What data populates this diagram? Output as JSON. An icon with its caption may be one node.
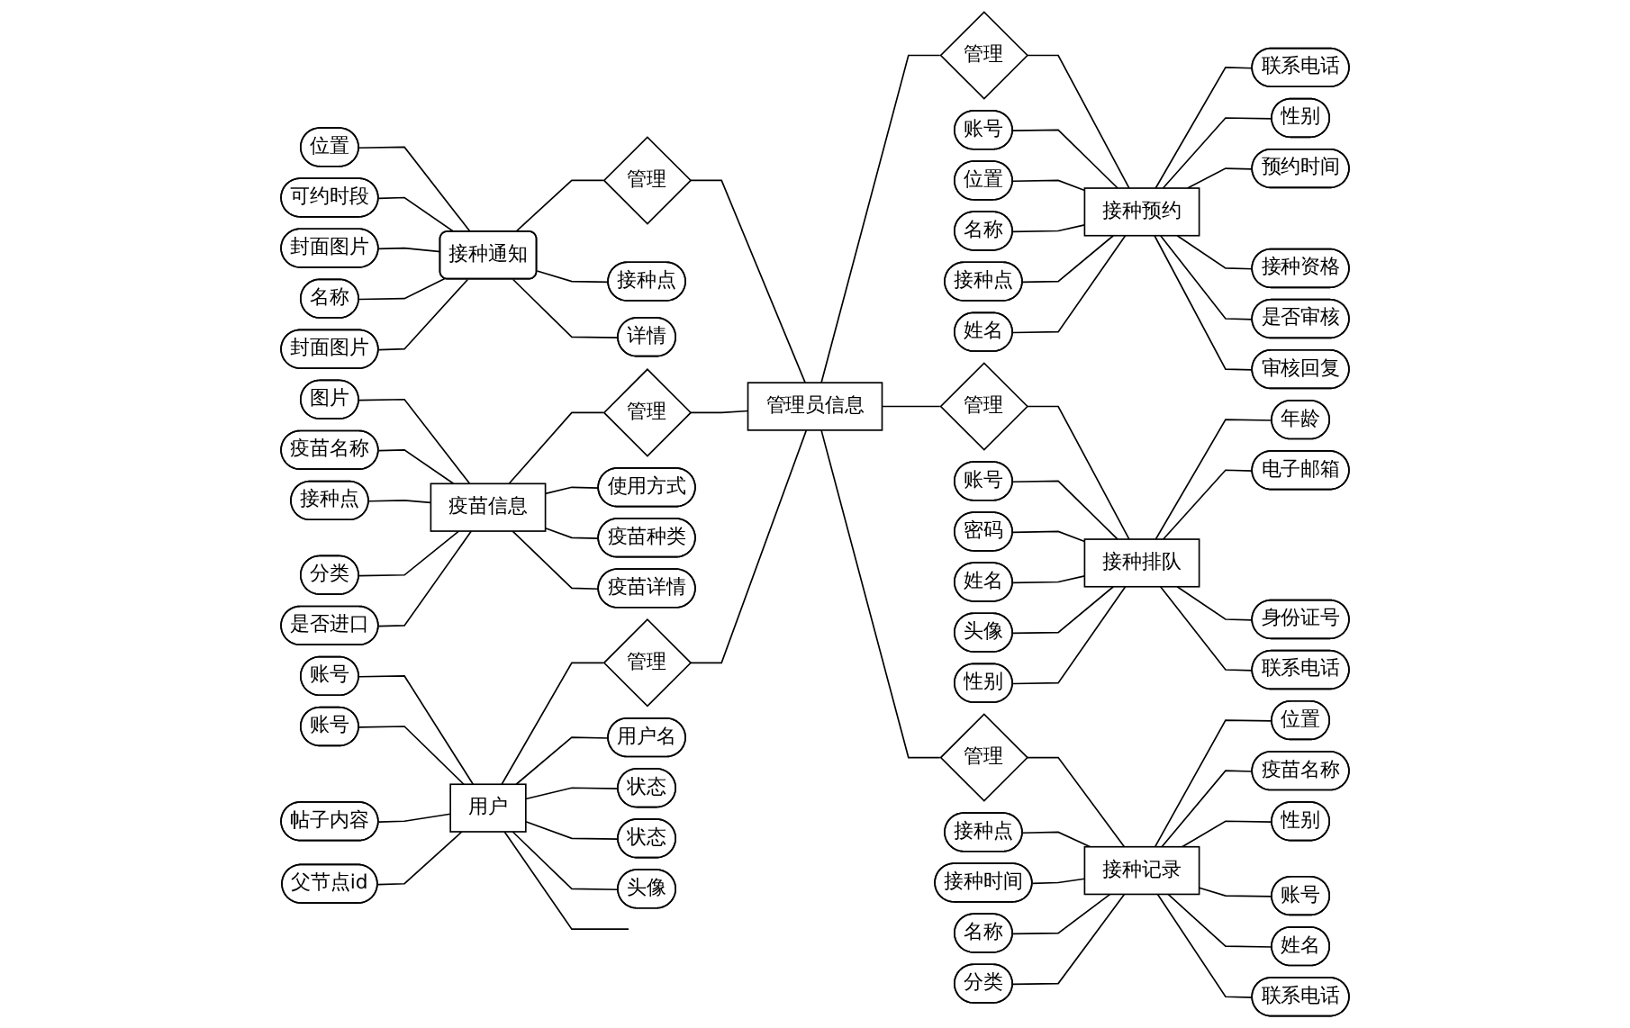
{
  "diagram": {
    "nodes": [
      {
        "text": [
          "管理员信息"
        ]
      },
      {
        "text": [
          "管理"
        ]
      },
      {
        "text": [
          "接种通知"
        ]
      },
      {
        "text": [
          "位置"
        ]
      },
      {
        "text": [
          "可约时段"
        ]
      },
      {
        "text": [
          "封面图片"
        ]
      },
      {
        "text": [
          "名称"
        ]
      },
      {
        "text": [
          "封面图片"
        ]
      },
      {
        "text": [
          "接种点"
        ]
      },
      {
        "text": [
          "详情"
        ]
      },
      {
        "text": [
          "管理"
        ]
      },
      {
        "text": [
          "疫苗信息"
        ]
      },
      {
        "text": [
          "图片"
        ]
      },
      {
        "text": [
          "疫苗名称"
        ]
      },
      {
        "text": [
          "接种点"
        ]
      },
      {
        "text": [
          "分类"
        ]
      },
      {
        "text": [
          "是否进口"
        ]
      },
      {
        "text": [
          "使用方式"
        ]
      },
      {
        "text": [
          "疫苗种类"
        ]
      },
      {
        "text": [
          "疫苗详情"
        ]
      },
      {
        "text": [
          "管理"
        ]
      },
      {
        "text": [
          "用户"
        ]
      },
      {
        "text": [
          "账号"
        ]
      },
      {
        "text": [
          "账号"
        ]
      },
      {
        "text": [
          "帖子内容"
        ]
      },
      {
        "text": [
          "父节点id"
        ]
      },
      {
        "text": [
          "用户名"
        ]
      },
      {
        "text": [
          "状态"
        ]
      },
      {
        "text": [
          "状态"
        ]
      },
      {
        "text": [
          "头像"
        ]
      },
      {
        "text": [
          "管理"
        ]
      },
      {
        "text": [
          "接种预约"
        ]
      },
      {
        "text": [
          "账号"
        ]
      },
      {
        "text": [
          "位置"
        ]
      },
      {
        "text": [
          "名称"
        ]
      },
      {
        "text": [
          "接种点"
        ]
      },
      {
        "text": [
          "姓名"
        ]
      },
      {
        "text": [
          "联系电话"
        ]
      },
      {
        "text": [
          "性别"
        ]
      },
      {
        "text": [
          "预约时间"
        ]
      },
      {
        "text": [
          "接种资格"
        ]
      },
      {
        "text": [
          "是否审核"
        ]
      },
      {
        "text": [
          "审核回复"
        ]
      },
      {
        "text": [
          "管理"
        ]
      },
      {
        "text": [
          "接种排队"
        ]
      },
      {
        "text": [
          "账号"
        ]
      },
      {
        "text": [
          "密码"
        ]
      },
      {
        "text": [
          "姓名"
        ]
      },
      {
        "text": [
          "头像"
        ]
      },
      {
        "text": [
          "性别"
        ]
      },
      {
        "text": [
          "年龄"
        ]
      },
      {
        "text": [
          "电子邮箱"
        ]
      },
      {
        "text": [
          "身份证号"
        ]
      },
      {
        "text": [
          "联系电话"
        ]
      },
      {
        "text": [
          "管理"
        ]
      },
      {
        "text": [
          "接种记录"
        ]
      },
      {
        "text": [
          "接种点"
        ]
      },
      {
        "text": [
          "接种时间"
        ]
      },
      {
        "text": [
          "名称"
        ]
      },
      {
        "text": [
          "分类"
        ]
      },
      {
        "text": [
          "位置"
        ]
      },
      {
        "text": [
          "疫苗名称"
        ]
      },
      {
        "text": [
          "性别"
        ]
      },
      {
        "text": [
          "账号"
        ]
      },
      {
        "text": [
          "姓名"
        ]
      },
      {
        "text": [
          "联系电话"
        ]
      }
    ],
    "edges": [
      {
        "from": 2,
        "to": 1,
        "arrow": "none"
      },
      {
        "from": 1,
        "to": 0,
        "arrow": "none"
      },
      {
        "from": 3,
        "to": 2,
        "arrow": "none"
      },
      {
        "from": 4,
        "to": 2,
        "arrow": "none"
      },
      {
        "from": 5,
        "to": 2,
        "arrow": "none"
      },
      {
        "from": 6,
        "to": 2,
        "arrow": "none"
      },
      {
        "from": 7,
        "to": 2,
        "arrow": "none"
      },
      {
        "from": 2,
        "to": 8,
        "arrow": "none"
      },
      {
        "from": 2,
        "to": 9,
        "arrow": "none"
      },
      {
        "from": 11,
        "to": 10,
        "arrow": "none"
      },
      {
        "from": 10,
        "to": 0,
        "arrow": "none"
      },
      {
        "from": 12,
        "to": 11,
        "arrow": "none"
      },
      {
        "from": 13,
        "to": 11,
        "arrow": "none"
      },
      {
        "from": 14,
        "to": 11,
        "arrow": "none"
      },
      {
        "from": 15,
        "to": 11,
        "arrow": "none"
      },
      {
        "from": 16,
        "to": 11,
        "arrow": "none"
      },
      {
        "from": 11,
        "to": 17,
        "arrow": "none"
      },
      {
        "from": 11,
        "to": 18,
        "arrow": "none"
      },
      {
        "from": 11,
        "to": 19,
        "arrow": "none"
      },
      {
        "from": 21,
        "to": 20,
        "arrow": "none"
      },
      {
        "from": 20,
        "to": 0,
        "arrow": "none"
      },
      {
        "from": 22,
        "to": 21,
        "arrow": "none"
      },
      {
        "from": 23,
        "to": 21,
        "arrow": "none"
      },
      {
        "from": 24,
        "to": 21,
        "arrow": "none"
      },
      {
        "from": 25,
        "to": 21,
        "arrow": "none"
      },
      {
        "from": 21,
        "to": 26,
        "arrow": "none"
      },
      {
        "from": 21,
        "to": 27,
        "arrow": "none"
      },
      {
        "from": 21,
        "to": 28,
        "arrow": "none"
      },
      {
        "from": 21,
        "to": 29,
        "arrow": "none"
      },
      {
        "from": 21,
        "to": null,
        "arrow": "none"
      },
      {
        "from": 0,
        "to": 30,
        "arrow": "none"
      },
      {
        "from": 30,
        "to": 31,
        "arrow": "none"
      },
      {
        "from": 32,
        "to": 31,
        "arrow": "none"
      },
      {
        "from": 33,
        "to": 31,
        "arrow": "none"
      },
      {
        "from": 34,
        "to": 31,
        "arrow": "none"
      },
      {
        "from": 35,
        "to": 31,
        "arrow": "none"
      },
      {
        "from": 36,
        "to": 31,
        "arrow": "none"
      },
      {
        "from": 31,
        "to": 37,
        "arrow": "none"
      },
      {
        "from": 31,
        "to": 38,
        "arrow": "none"
      },
      {
        "from": 31,
        "to": 39,
        "arrow": "none"
      },
      {
        "from": 31,
        "to": 40,
        "arrow": "none"
      },
      {
        "from": 31,
        "to": 41,
        "arrow": "none"
      },
      {
        "from": 31,
        "to": 42,
        "arrow": "none"
      },
      {
        "from": 0,
        "to": 43,
        "arrow": "none"
      },
      {
        "from": 43,
        "to": 44,
        "arrow": "none"
      },
      {
        "from": 45,
        "to": 44,
        "arrow": "none"
      },
      {
        "from": 46,
        "to": 44,
        "arrow": "none"
      },
      {
        "from": 47,
        "to": 44,
        "arrow": "none"
      },
      {
        "from": 48,
        "to": 44,
        "arrow": "none"
      },
      {
        "from": 49,
        "to": 44,
        "arrow": "none"
      },
      {
        "from": 44,
        "to": 50,
        "arrow": "none"
      },
      {
        "from": 44,
        "to": 51,
        "arrow": "none"
      },
      {
        "from": 44,
        "to": 52,
        "arrow": "none"
      },
      {
        "from": 44,
        "to": 53,
        "arrow": "none"
      },
      {
        "from": 0,
        "to": 54,
        "arrow": "none"
      },
      {
        "from": 54,
        "to": 55,
        "arrow": "none"
      },
      {
        "from": 56,
        "to": 55,
        "arrow": "none"
      },
      {
        "from": 57,
        "to": 55,
        "arrow": "none"
      },
      {
        "from": 58,
        "to": 55,
        "arrow": "none"
      },
      {
        "from": 59,
        "to": 55,
        "arrow": "none"
      },
      {
        "from": 55,
        "to": 60,
        "arrow": "none"
      },
      {
        "from": 55,
        "to": 61,
        "arrow": "none"
      },
      {
        "from": 55,
        "to": 62,
        "arrow": "none"
      },
      {
        "from": 55,
        "to": 63,
        "arrow": "none"
      },
      {
        "from": 55,
        "to": 64,
        "arrow": "none"
      },
      {
        "from": 55,
        "to": 65,
        "arrow": "none"
      }
    ]
  }
}
